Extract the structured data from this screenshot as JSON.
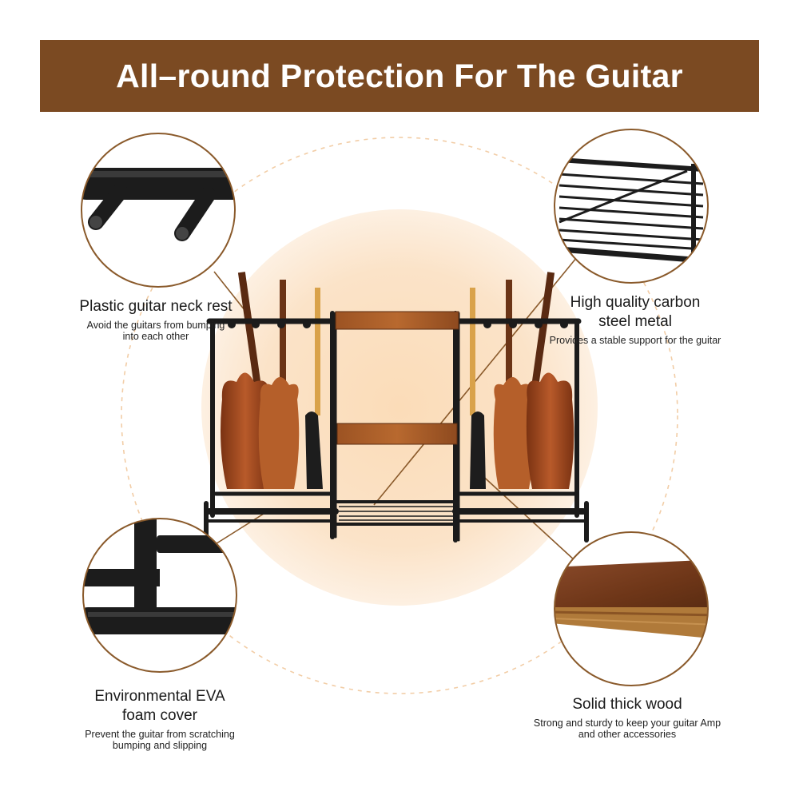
{
  "banner": {
    "title": "All–round Protection For The Guitar"
  },
  "features": {
    "neck_rest": {
      "title": "Plastic guitar neck rest",
      "desc_line1": "Avoid the guitars from bumping",
      "desc_line2": "into each other"
    },
    "steel": {
      "title_line1": "High quality carbon",
      "title_line2": "steel metal",
      "desc": "Provides a stable support for the guitar"
    },
    "foam": {
      "title_line1": "Environmental EVA",
      "title_line2": "foam cover",
      "desc_line1": "Prevent the guitar from scratching",
      "desc_line2": "bumping and slipping"
    },
    "wood": {
      "title": "Solid thick wood",
      "desc_line1": "Strong and sturdy to keep your guitar Amp",
      "desc_line2": "and other accessories"
    }
  },
  "colors": {
    "banner": "#7b4a22",
    "accent_line": "#8a5a2b",
    "glow": "#f8d7b0",
    "dashed_circle": "#f0c9a0",
    "metal": "#1b1b1b",
    "wood": "#8b4a22"
  }
}
